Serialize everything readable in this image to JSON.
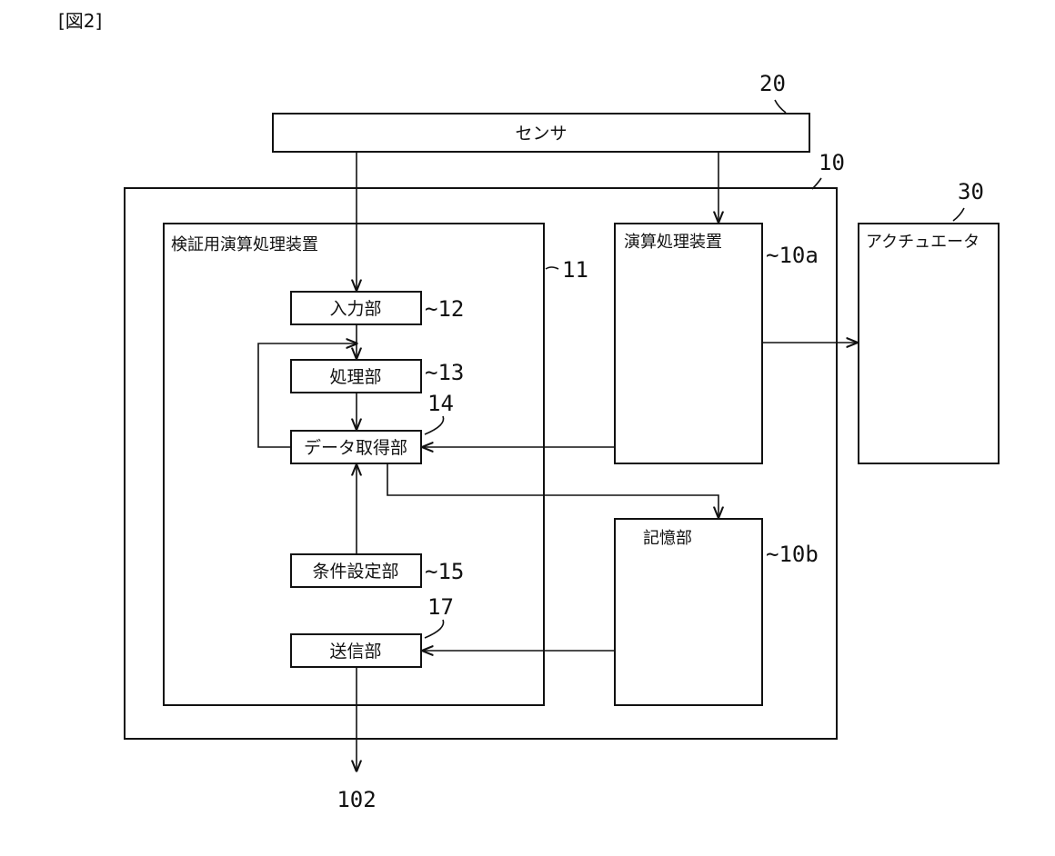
{
  "figure": {
    "label": "[図2]"
  },
  "sensor": {
    "label": "センサ",
    "ref": "20"
  },
  "main_device": {
    "ref": "10"
  },
  "verify_unit": {
    "title": "検証用演算処理装置",
    "ref": "11"
  },
  "blocks": {
    "input": {
      "label": "入力部",
      "ref": "~12"
    },
    "process": {
      "label": "処理部",
      "ref": "~13"
    },
    "data_acq": {
      "label": "データ取得部",
      "ref": "14"
    },
    "condition": {
      "label": "条件設定部",
      "ref": "~15"
    },
    "transmit": {
      "label": "送信部",
      "ref": "17"
    }
  },
  "arith_unit": {
    "label": "演算処理装置",
    "ref": "~10a"
  },
  "storage": {
    "label": "記憶部",
    "ref": "~10b"
  },
  "actuator": {
    "label": "アクチュエータ",
    "ref": "30"
  },
  "output": {
    "ref": "102"
  }
}
